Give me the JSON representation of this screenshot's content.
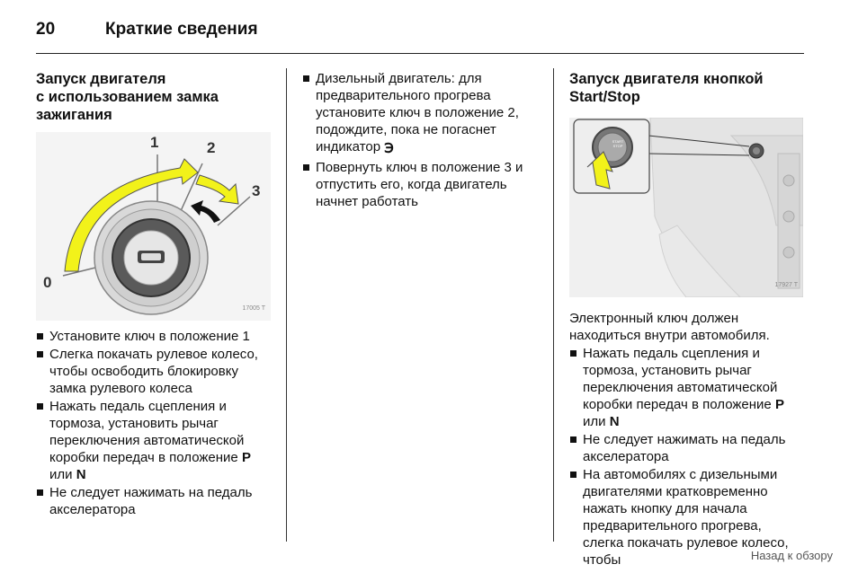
{
  "header": {
    "page_number": "20",
    "title": "Краткие сведения"
  },
  "col1": {
    "heading": [
      "Запуск двигателя",
      "с использованием замка",
      "зажигания"
    ],
    "figure": {
      "id": "17005 T",
      "positions": [
        "0",
        "1",
        "2",
        "3"
      ],
      "accent": "#f2f21a"
    },
    "bullets": [
      {
        "text": "Установите ключ в положение 1"
      },
      {
        "text": "Слегка покачать рулевое колесо, чтобы освободить блокировку замка рулевого колеса"
      },
      {
        "text": "Нажать педаль сцепления и тормоза, установить рычаг переключения автоматической коробки передач в положение ",
        "p": "P",
        "mid": " или ",
        "n": "N"
      },
      {
        "text": "Не следует нажимать на педаль акселератора"
      }
    ]
  },
  "col2": {
    "bullets": [
      {
        "text": "Дизельный двигатель: для предварительного прогрева установите ключ в положение 2, подождите, пока не погаснет индикатор ",
        "glyph": "℈"
      },
      {
        "text": "Повернуть ключ в положение 3 и отпустить его, когда двигатель начнет работать"
      }
    ]
  },
  "col3": {
    "heading": [
      "Запуск двигателя кнопкой",
      "Start/Stop"
    ],
    "figure": {
      "id": "17927 T",
      "button_text": "START STOP"
    },
    "intro": "Электронный ключ должен находиться внутри автомобиля.",
    "bullets": [
      {
        "text": "Нажать педаль сцепления и тормоза, установить рычаг переключения автоматической коробки передач в положение ",
        "p": "P",
        "mid": " или ",
        "n": "N"
      },
      {
        "text": "Не следует нажимать на педаль акселератора"
      },
      {
        "text": "На автомобилях с дизельными двигателями кратковременно нажать кнопку для начала предварительного прогрева, слегка покачать рулевое колесо, чтобы"
      }
    ]
  },
  "footer": {
    "back_link": "Назад к обзору"
  }
}
